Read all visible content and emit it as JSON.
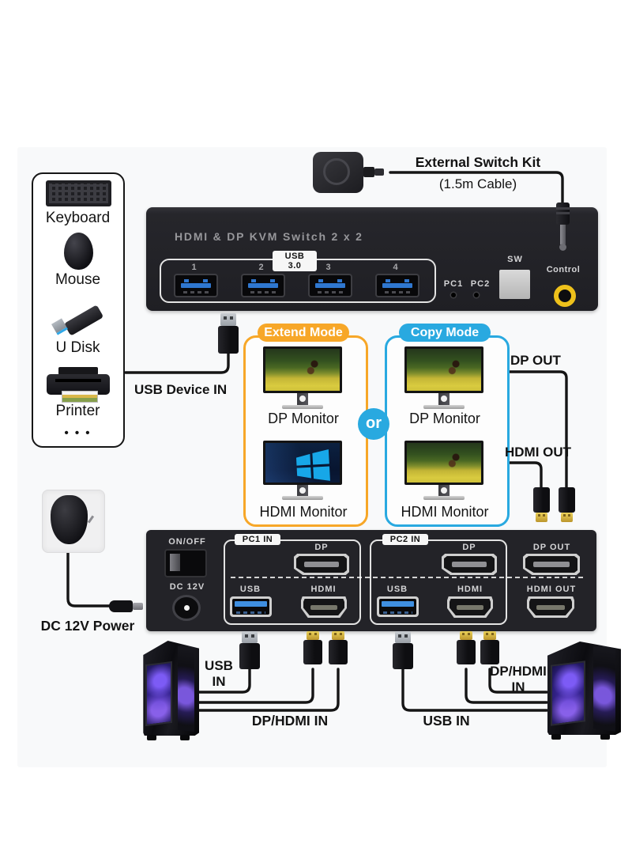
{
  "remote_kit": {
    "title": "External Switch Kit",
    "subtitle": "(1.5m Cable)"
  },
  "front_panel": {
    "title": "HDMI & DP KVM Switch 2 x 2",
    "usb_badge": "USB 3.0",
    "port_numbers": [
      "1",
      "2",
      "3",
      "4"
    ],
    "led1_label": "PC1",
    "led2_label": "PC2",
    "sw_label": "SW",
    "control_label": "Control"
  },
  "peripherals": {
    "items": [
      {
        "label": "Keyboard"
      },
      {
        "label": "Mouse"
      },
      {
        "label": "U Disk"
      },
      {
        "label": "Printer"
      }
    ],
    "more": "• • •",
    "connection_label": "USB Device IN"
  },
  "modes": {
    "extend": {
      "title": "Extend Mode",
      "monitor1": "DP Monitor",
      "monitor2": "HDMI Monitor"
    },
    "or": "or",
    "copy": {
      "title": "Copy Mode",
      "monitor1": "DP Monitor",
      "monitor2": "HDMI Monitor"
    }
  },
  "monitor_outputs": {
    "dp": "DP OUT",
    "hdmi": "HDMI OUT"
  },
  "rear_panel": {
    "power_switch_label": "ON/OFF",
    "dc_label": "DC 12V",
    "pc1": {
      "title": "PC1 IN",
      "dp": "DP",
      "usb": "USB",
      "hdmi": "HDMI"
    },
    "pc2": {
      "title": "PC2 IN",
      "dp": "DP",
      "usb": "USB",
      "hdmi": "HDMI"
    },
    "outputs": {
      "dp": "DP OUT",
      "hdmi": "HDMI OUT"
    }
  },
  "power": {
    "label": "DC 12V Power"
  },
  "pc1_connections": {
    "usb": "USB\nIN",
    "video": "DP/HDMI IN"
  },
  "pc2_connections": {
    "usb": "USB IN",
    "video": "DP/HDMI\nIN"
  },
  "colors": {
    "extend_accent": "#F7A728",
    "copy_accent": "#29A9E0",
    "control_ring": "#EEC11B",
    "usb3_blue": "#3F8FE0"
  }
}
